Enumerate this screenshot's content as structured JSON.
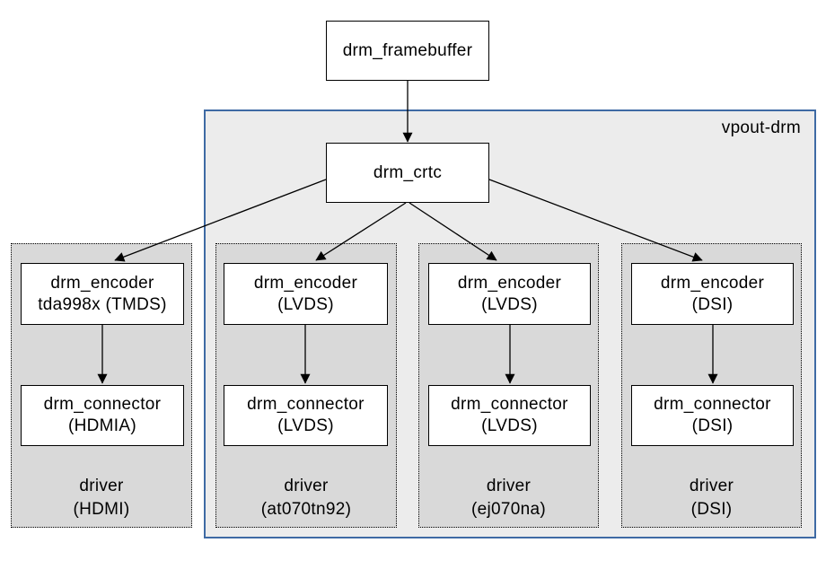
{
  "diagram": {
    "framebuffer_label": "drm_framebuffer",
    "crtc_label": "drm_crtc",
    "container_label": "vpout-drm",
    "columns": [
      {
        "encoder_line1": "drm_encoder",
        "encoder_line2": "tda998x (TMDS)",
        "connector_line1": "drm_connector",
        "connector_line2": "(HDMIA)",
        "driver_line1": "driver",
        "driver_line2": "(HDMI)"
      },
      {
        "encoder_line1": "drm_encoder",
        "encoder_line2": "(LVDS)",
        "connector_line1": "drm_connector",
        "connector_line2": "(LVDS)",
        "driver_line1": "driver",
        "driver_line2": "(at070tn92)"
      },
      {
        "encoder_line1": "drm_encoder",
        "encoder_line2": "(LVDS)",
        "connector_line1": "drm_connector",
        "connector_line2": "(LVDS)",
        "driver_line1": "driver",
        "driver_line2": "(ej070na)"
      },
      {
        "encoder_line1": "drm_encoder",
        "encoder_line2": "(DSI)",
        "connector_line1": "drm_connector",
        "connector_line2": "(DSI)",
        "driver_line1": "driver",
        "driver_line2": "(DSI)"
      }
    ],
    "colors": {
      "page_background": "#ffffff",
      "container_border": "#3e6aa4",
      "container_fill": "#ececec",
      "group_fill": "#d9d9d9",
      "node_fill": "#ffffff",
      "node_border": "#000000",
      "edge": "#000000",
      "text": "#000000"
    }
  }
}
